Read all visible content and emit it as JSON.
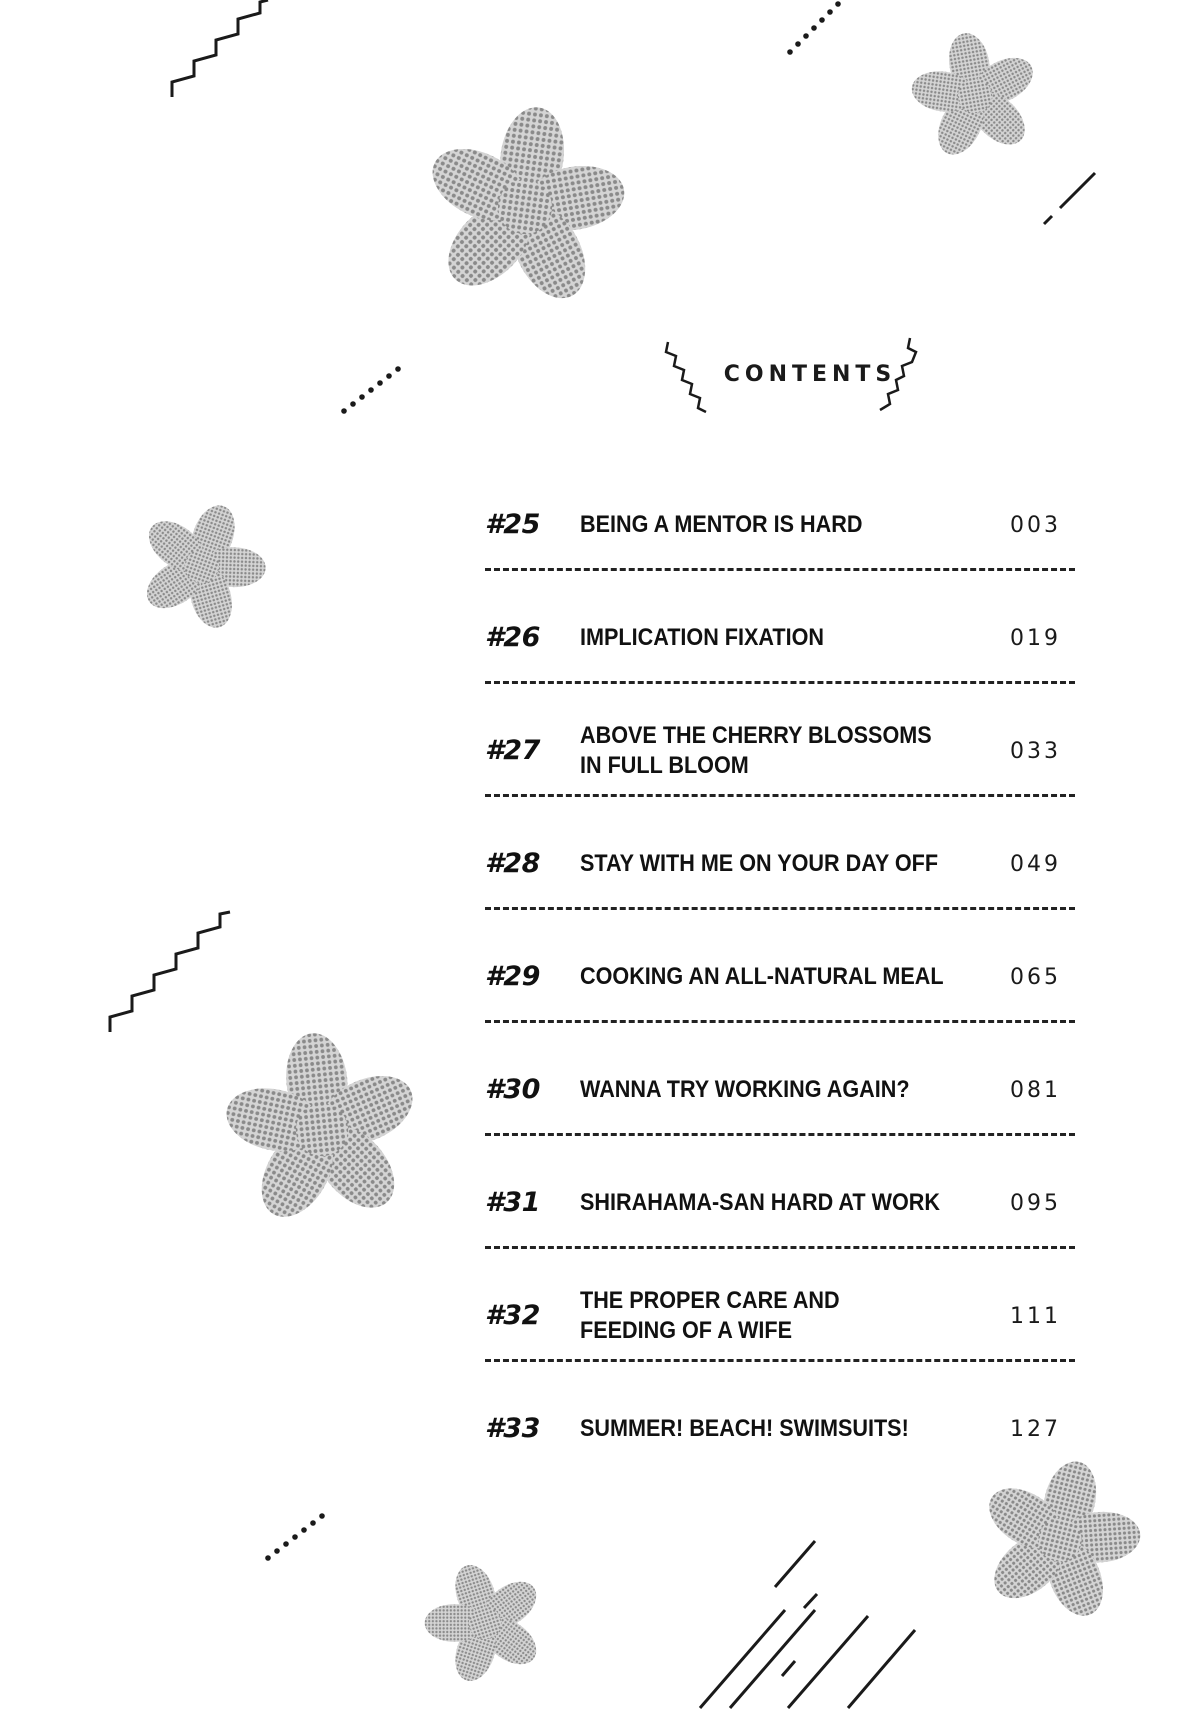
{
  "header": {
    "title": "CONTENTS"
  },
  "toc": {
    "entries": [
      {
        "number": "#25",
        "title_lines": [
          "BEING A MENTOR IS HARD"
        ],
        "page": "003"
      },
      {
        "number": "#26",
        "title_lines": [
          "IMPLICATION FIXATION"
        ],
        "page": "019"
      },
      {
        "number": "#27",
        "title_lines": [
          "ABOVE THE CHERRY BLOSSOMS",
          "IN FULL BLOOM"
        ],
        "page": "033"
      },
      {
        "number": "#28",
        "title_lines": [
          "STAY WITH ME ON YOUR DAY OFF"
        ],
        "page": "049"
      },
      {
        "number": "#29",
        "title_lines": [
          "COOKING AN ALL-NATURAL MEAL"
        ],
        "page": "065"
      },
      {
        "number": "#30",
        "title_lines": [
          "WANNA TRY WORKING AGAIN?"
        ],
        "page": "081"
      },
      {
        "number": "#31",
        "title_lines": [
          "SHIRAHAMA-SAN HARD AT WORK"
        ],
        "page": "095"
      },
      {
        "number": "#32",
        "title_lines": [
          "THE PROPER CARE AND",
          "FEEDING OF A WIFE"
        ],
        "page": "111"
      },
      {
        "number": "#33",
        "title_lines": [
          "SUMMER! BEACH! SWIMSUITS!"
        ],
        "page": "127"
      }
    ]
  },
  "decorations": {
    "flower_color": "#b5b5b5",
    "line_color": "#1a1a1a",
    "icons": [
      "flower-icon",
      "zigzag-line",
      "dotted-line",
      "slash-line"
    ]
  }
}
